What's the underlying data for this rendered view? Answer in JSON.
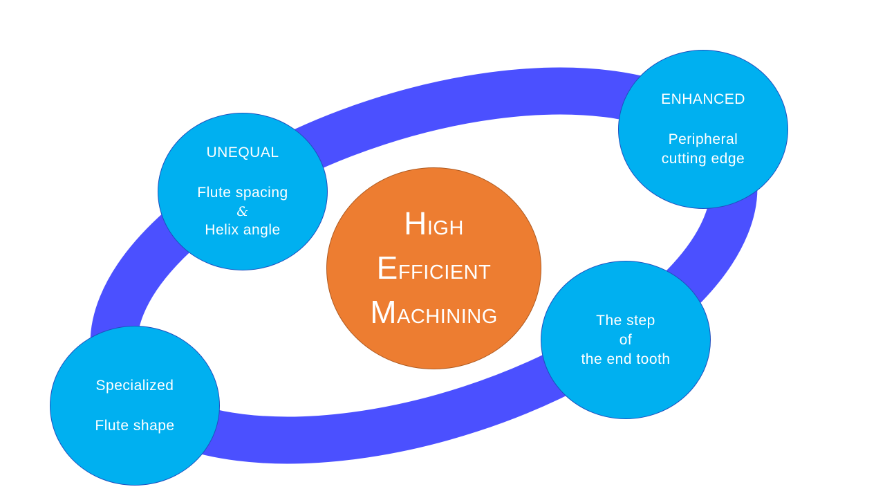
{
  "colors": {
    "ring": "#4b50ff",
    "node_fill": "#00b0f0",
    "node_border": "#1f4fbf",
    "center_fill": "#ed7d31",
    "text": "#ffffff"
  },
  "center": {
    "line1_cap": "H",
    "line1_rest": "igh",
    "line2_cap": "E",
    "line2_rest": "fficient",
    "line3_cap": "M",
    "line3_rest": "achining"
  },
  "nodes": {
    "unequal": {
      "heading": "UNEQUAL",
      "line1": "Flute spacing",
      "amp": "&",
      "line2": "Helix angle"
    },
    "enhanced": {
      "heading": "ENHANCED",
      "line1": "Peripheral",
      "line2": "cutting edge"
    },
    "step": {
      "line1": "The step",
      "line2": "of",
      "line3": "the end tooth"
    },
    "flute": {
      "line1": "Specialized",
      "line2": "Flute shape"
    }
  }
}
